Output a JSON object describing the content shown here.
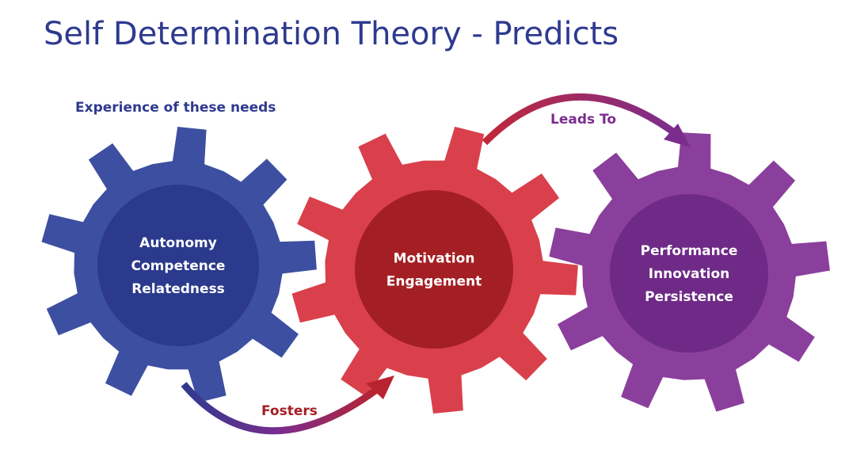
{
  "title": "Self Determination Theory - Predicts",
  "needs_label": "Experience of these needs",
  "gears": [
    {
      "lines": [
        "Autonomy",
        "Competence",
        "Relatedness"
      ],
      "outer_color": "#3d4fa0",
      "inner_color": "#2b3a8c"
    },
    {
      "lines": [
        "Motivation",
        "Engagement"
      ],
      "outer_color": "#d9404b",
      "inner_color": "#a41f24"
    },
    {
      "lines": [
        "Performance",
        "Innovation",
        "Persistence"
      ],
      "outer_color": "#8b3f9c",
      "inner_color": "#6e2a86"
    }
  ],
  "arrows": {
    "fosters": "Fosters",
    "leads_to": "Leads To"
  },
  "colors": {
    "title": "#2e3a8f",
    "fosters": "#a41f24",
    "leads_to": "#7b2d8e"
  }
}
